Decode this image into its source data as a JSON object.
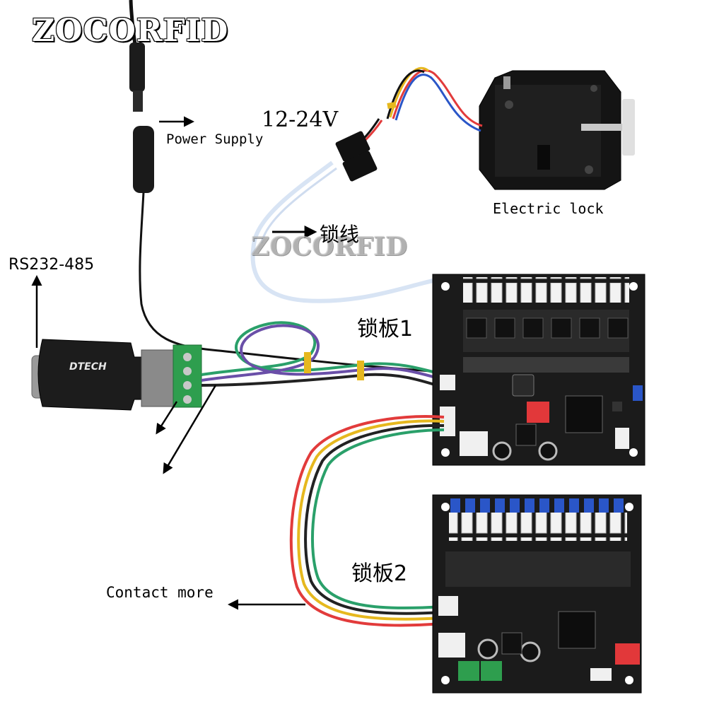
{
  "watermark": {
    "brand_top": "ZOCORFID",
    "brand_mid": "ZOCORFID"
  },
  "labels": {
    "power_supply": "Power Supply",
    "voltage": "12-24V",
    "electric_lock": "Electric lock",
    "lock_wire": "锁线",
    "rs232_485": "RS232-485",
    "lock_board_1": "锁板1",
    "lock_board_2": "锁板2",
    "contact_more": "Contact more"
  },
  "converter": {
    "brand": "DTECH"
  },
  "colors": {
    "pcb": "#1b1b1b",
    "terminal_green": "#2e9e4e",
    "dip_red": "#e2383a",
    "relay_blue": "#2a56c8",
    "wire_green": "#2aa06a",
    "wire_purple": "#6a4fa8",
    "wire_red": "#e23b3b",
    "wire_yellow": "#e6b81e",
    "ribbon": "#e6eef8"
  }
}
